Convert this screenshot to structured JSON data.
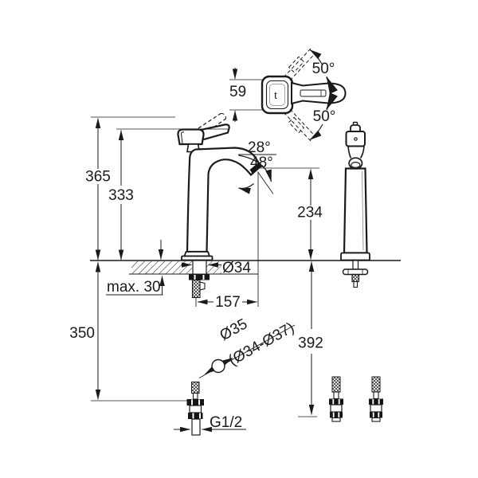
{
  "colors": {
    "background": "#ffffff",
    "line": "#1a1a1a"
  },
  "labels": {
    "height_overall": "365",
    "height_to_spout": "333",
    "handle_width": "59",
    "handle_swing_upper": "50°",
    "handle_swing_lower": "50°",
    "spout_angle_min": "28°",
    "spout_angle_max": "48°",
    "outlet_height": "234",
    "base_diameter": "Ø34",
    "deck_thickness_max": "max. 30",
    "spout_reach": "157",
    "hose_length_left": "350",
    "hose_length_right": "392",
    "hole_diameter": "Ø35",
    "hole_diameter_range": "(Ø34-Ø37)",
    "thread_size": "G1/2",
    "handle_temp_mark": "t"
  }
}
